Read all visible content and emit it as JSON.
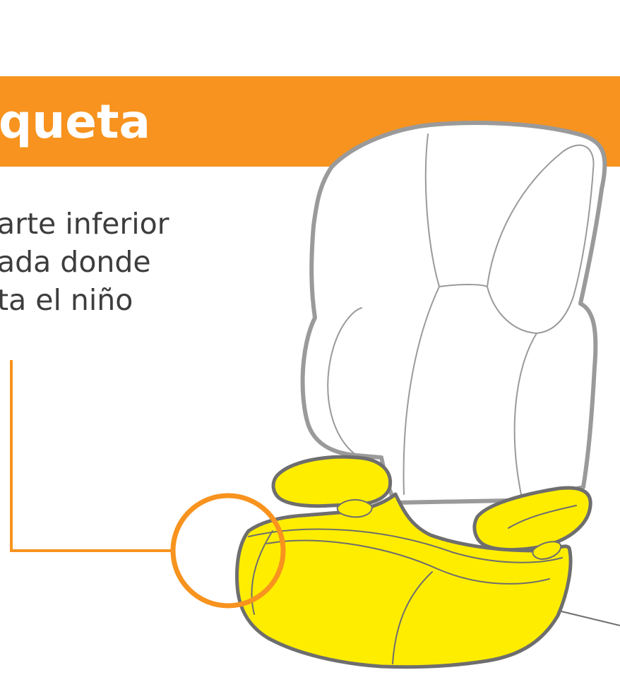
{
  "header": {
    "title": "queta",
    "band_color": "#f7931e",
    "title_color": "#ffffff"
  },
  "description": {
    "lines": [
      "arte inferior",
      "ada donde",
      "ta el niño"
    ],
    "color": "#3d3d3d"
  },
  "illustration": {
    "subject": "booster-seat",
    "highlight_part": "seat-base",
    "highlight_color": "#ffed00",
    "outline_color": "#9a9a9a",
    "callout_color": "#f7931e"
  }
}
